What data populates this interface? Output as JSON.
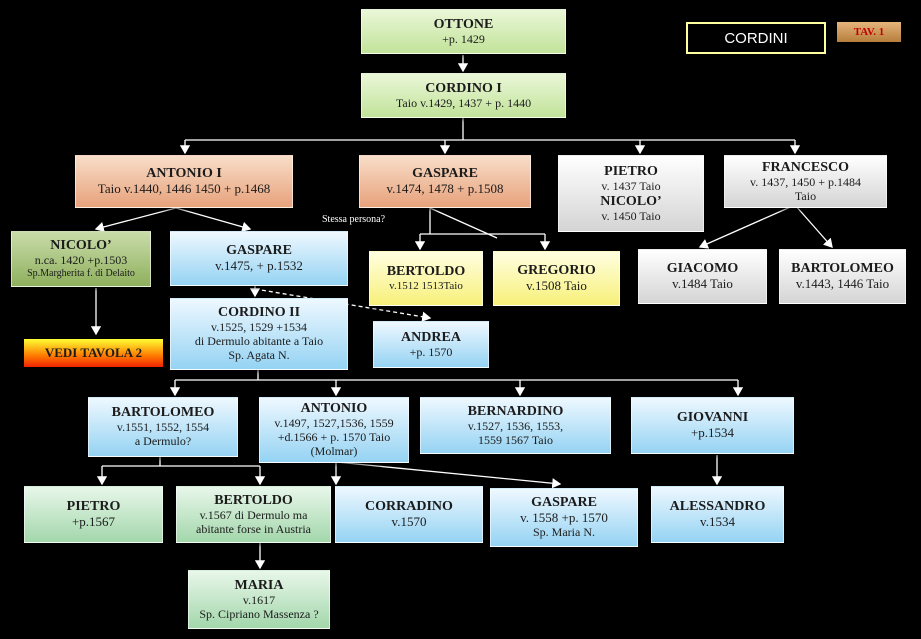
{
  "title": "CORDINI",
  "tav": "TAV. 1",
  "vedi": "VEDI TAVOLA 2",
  "note": "Stessa persona?",
  "nodes": {
    "ottone": {
      "name": "OTTONE",
      "lines": [
        "+p. 1429"
      ]
    },
    "cordino1": {
      "name": "CORDINO I",
      "lines": [
        "Taio v.1429, 1437 + p. 1440"
      ]
    },
    "antonio1": {
      "name": "ANTONIO I",
      "lines": [
        "Taio v.1440, 1446 1450 + p.1468"
      ]
    },
    "gaspare_o": {
      "name": "GASPARE",
      "lines": [
        "v.1474, 1478 + p.1508"
      ]
    },
    "pietro_g": {
      "name": "PIETRO",
      "lines": [
        "v. 1437 Taio"
      ],
      "name2": "NICOLO’",
      "lines2": [
        "v. 1450 Taio"
      ]
    },
    "francesco": {
      "name": "FRANCESCO",
      "lines": [
        "v. 1437, 1450 + p.1484",
        "Taio"
      ]
    },
    "nicolo": {
      "name": "NICOLO’",
      "lines": [
        "n.ca. 1420 +p.1503",
        "Sp.Margherita f. di Delaito"
      ]
    },
    "gaspare_b": {
      "name": "GASPARE",
      "lines": [
        "v.1475, + p.1532"
      ]
    },
    "bertoldo_y": {
      "name": "BERTOLDO",
      "lines": [
        "v.1512 1513Taio"
      ]
    },
    "gregorio": {
      "name": "GREGORIO",
      "lines": [
        "v.1508 Taio"
      ]
    },
    "giacomo": {
      "name": "GIACOMO",
      "lines": [
        "v.1484 Taio"
      ]
    },
    "bartolomeo_g": {
      "name": "BARTOLOMEO",
      "lines": [
        "v.1443, 1446 Taio"
      ]
    },
    "cordino2": {
      "name": "CORDINO II",
      "lines": [
        "v.1525, 1529 +1534",
        "di Dermulo abitante  a Taio",
        "Sp. Agata N."
      ]
    },
    "andrea": {
      "name": "ANDREA",
      "lines": [
        "+p. 1570"
      ]
    },
    "bartolomeo_b": {
      "name": "BARTOLOMEO",
      "lines": [
        "v.1551, 1552, 1554",
        "a Dermulo?"
      ]
    },
    "antonio_b": {
      "name": "ANTONIO",
      "lines": [
        "v.1497, 1527,1536, 1559",
        "+d.1566 + p. 1570 Taio",
        "(Molmar)"
      ]
    },
    "bernardino": {
      "name": "BERNARDINO",
      "lines": [
        "v.1527, 1536, 1553,",
        "1559 1567 Taio"
      ]
    },
    "giovanni": {
      "name": "GIOVANNI",
      "lines": [
        "+p.1534"
      ]
    },
    "pietro_m": {
      "name": "PIETRO",
      "lines": [
        "+p.1567"
      ]
    },
    "bertoldo_m": {
      "name": "BERTOLDO",
      "lines": [
        "v.1567 di Dermulo ma",
        "abitante forse in Austria"
      ]
    },
    "corradino": {
      "name": "CORRADINO",
      "lines": [
        "v.1570"
      ]
    },
    "gaspare_b2": {
      "name": "GASPARE",
      "lines": [
        "v. 1558 +p. 1570",
        "Sp. Maria N."
      ]
    },
    "alessandro": {
      "name": "ALESSANDRO",
      "lines": [
        "v.1534"
      ]
    },
    "maria": {
      "name": "MARIA",
      "lines": [
        "v.1617",
        "Sp. Cipriano Massenza ?"
      ]
    }
  }
}
